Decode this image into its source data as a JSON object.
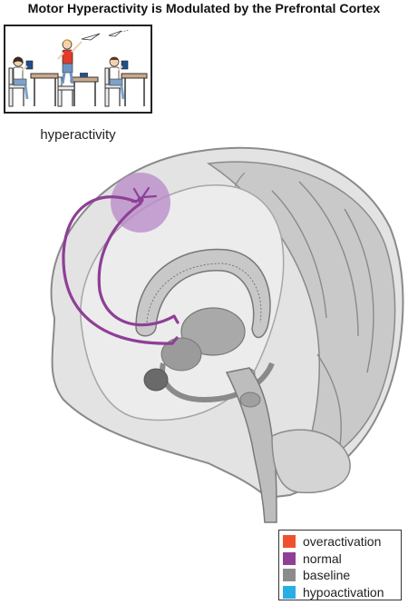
{
  "title": "Motor Hyperactivity is Modulated by the Prefrontal Cortex",
  "cartoon": {
    "caption": "hyperactivity"
  },
  "colors": {
    "highlight": "#b98cc9",
    "pathway": "#8e3f96",
    "brain_fill": "#d9d9d9",
    "brain_outline": "#8a8a8a"
  },
  "legend": {
    "items": [
      {
        "label": "overactivation",
        "color": "#ef5130"
      },
      {
        "label": "normal",
        "color": "#8e3f96"
      },
      {
        "label": "baseline",
        "color": "#8c8c8c"
      },
      {
        "label": "hypoactivation",
        "color": "#29aee3"
      }
    ]
  }
}
